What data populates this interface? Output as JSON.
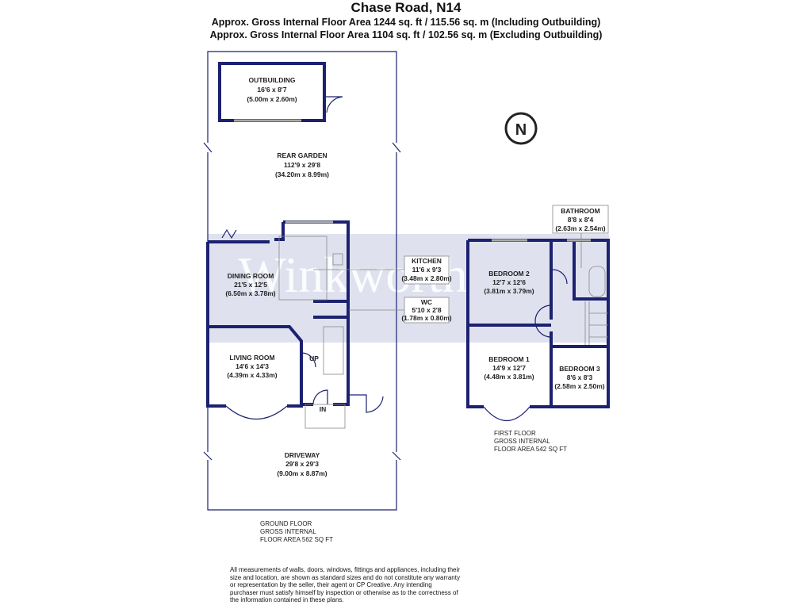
{
  "header": {
    "title": "Chase Road, N14",
    "area_including": "Approx. Gross Internal Floor Area 1244 sq. ft / 115.56 sq. m (Including Outbuilding)",
    "area_excluding": "Approx. Gross Internal Floor Area 1104 sq. ft / 102.56 sq. m (Excluding Outbuilding)"
  },
  "watermark": "Winkworth",
  "compass": {
    "label": "N"
  },
  "colors": {
    "walls": "#1c2170",
    "watermark_band": "#dfe2ee"
  },
  "rooms": {
    "outbuilding": {
      "name": "OUTBUILDING",
      "imperial": "16'6 x 8'7",
      "metric": "(5.00m x 2.60m)"
    },
    "rear_garden": {
      "name": "REAR GARDEN",
      "imperial": "112'9 x 29'8",
      "metric": "(34.20m x 8.99m)"
    },
    "dining_room": {
      "name": "DINING ROOM",
      "imperial": "21'5 x 12'5",
      "metric": "(6.50m x 3.78m)"
    },
    "kitchen": {
      "name": "KITCHEN",
      "imperial": "11'6 x 9'3",
      "metric": "(3.48m x 2.80m)"
    },
    "wc": {
      "name": "WC",
      "imperial": "5'10 x 2'8",
      "metric": "(1.78m x 0.80m)"
    },
    "living_room": {
      "name": "LIVING ROOM",
      "imperial": "14'6 x 14'3",
      "metric": "(4.39m x 4.33m)"
    },
    "driveway": {
      "name": "DRIVEWAY",
      "imperial": "29'8 x 29'3",
      "metric": "(9.00m x 8.87m)"
    },
    "bathroom": {
      "name": "BATHROOM",
      "imperial": "8'8 x 8'4",
      "metric": "(2.63m x 2.54m)"
    },
    "bedroom_2": {
      "name": "BEDROOM 2",
      "imperial": "12'7 x 12'6",
      "metric": "(3.81m x 3.79m)"
    },
    "bedroom_1": {
      "name": "BEDROOM 1",
      "imperial": "14'9 x 12'7",
      "metric": "(4.48m x 3.81m)"
    },
    "bedroom_3": {
      "name": "BEDROOM 3",
      "imperial": "8'6 x 8'3",
      "metric": "(2.58m x 2.50m)"
    }
  },
  "markers": {
    "up": "UP",
    "in": "IN"
  },
  "floors": {
    "ground": {
      "line1": "GROUND FLOOR",
      "line2": "GROSS INTERNAL",
      "line3": "FLOOR AREA 562 SQ FT"
    },
    "first": {
      "line1": "FIRST FLOOR",
      "line2": "GROSS INTERNAL",
      "line3": "FLOOR AREA 542 SQ FT"
    }
  },
  "disclaimer": "All measurements of walls, doors, windows, fittings and appliances, including their size and location, are shown as standard sizes and do not constitute any warranty or representation by the seller, their agent or CP Creative. Any intending purchaser must satisfy himself by inspection or otherwise as to the correctness of the information contained in these plans."
}
